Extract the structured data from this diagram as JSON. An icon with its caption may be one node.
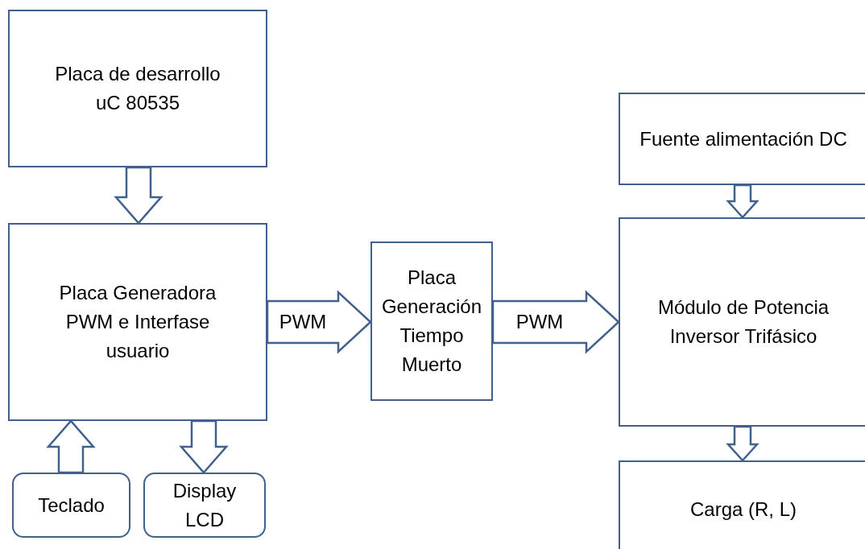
{
  "diagram": {
    "nodes": [
      {
        "text": [
          "Placa de desarrollo uC 80535"
        ]
      },
      {
        "text": [
          "Placa Generadora PWM e Interfase usuario"
        ]
      },
      {
        "text": [
          "Teclado"
        ]
      },
      {
        "text": [
          "Display LCD"
        ]
      },
      {
        "text": [
          "Placa Generación Tiempo Muerto"
        ]
      },
      {
        "text": [
          "Fuente alimentación DC"
        ]
      },
      {
        "text": [
          "Módulo de Potencia Inversor Trifásico"
        ]
      },
      {
        "text": [
          "Carga (R, L)"
        ]
      }
    ],
    "edges": [
      {
        "from": 0,
        "to": 1,
        "arrow": "to"
      },
      {
        "from": 2,
        "to": 1,
        "arrow": "to"
      },
      {
        "from": 1,
        "to": 3,
        "arrow": "to"
      },
      {
        "from": 1,
        "to": 4,
        "arrow": "to",
        "label": "PWM"
      },
      {
        "from": 4,
        "to": 6,
        "arrow": "to",
        "label": "PWM"
      },
      {
        "from": 5,
        "to": 6,
        "arrow": "to"
      },
      {
        "from": 6,
        "to": 7,
        "arrow": "to"
      }
    ]
  }
}
